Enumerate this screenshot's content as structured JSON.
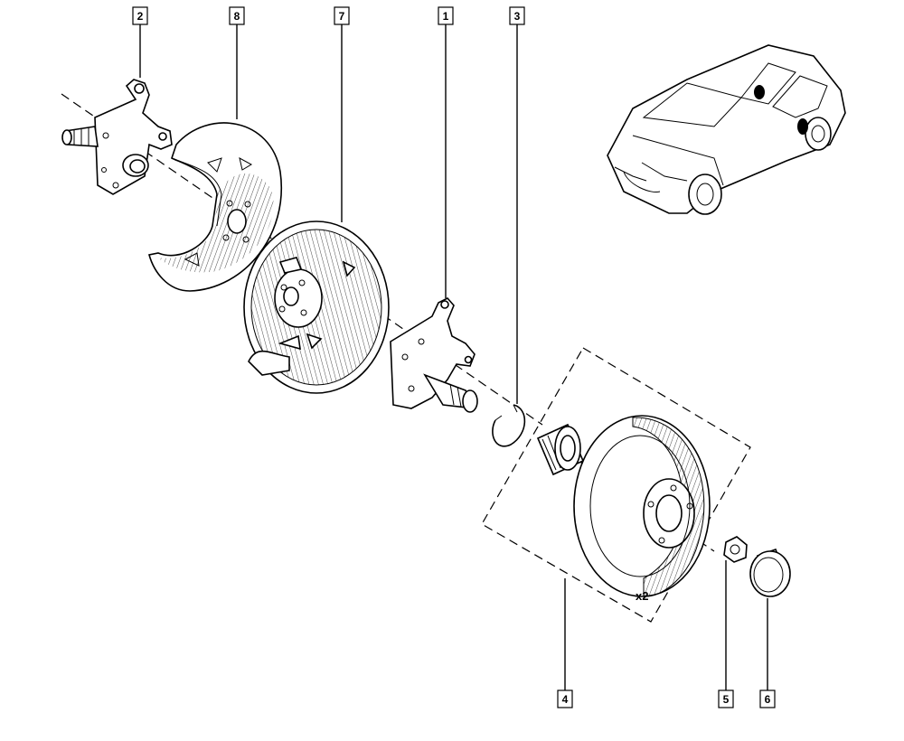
{
  "diagram": {
    "callouts": [
      {
        "id": "2",
        "label": "2"
      },
      {
        "id": "8",
        "label": "8"
      },
      {
        "id": "7",
        "label": "7"
      },
      {
        "id": "1",
        "label": "1"
      },
      {
        "id": "3",
        "label": "3"
      },
      {
        "id": "4",
        "label": "4"
      },
      {
        "id": "5",
        "label": "5"
      },
      {
        "id": "6",
        "label": "6"
      }
    ],
    "quantity_label": "x2"
  }
}
